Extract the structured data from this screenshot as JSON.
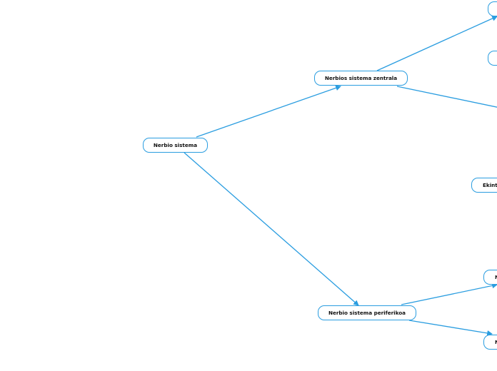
{
  "diagram": {
    "edge_color": "#2a9de0",
    "nodes": [
      {
        "id": "root",
        "label": "Nerbio sistema"
      },
      {
        "id": "cns",
        "label": "Nerbios sistema zentrala"
      },
      {
        "id": "pns",
        "label": "Nerbio sistema periferikoa"
      },
      {
        "id": "cns-child-1",
        "label": ""
      },
      {
        "id": "cns-child-2",
        "label": ""
      },
      {
        "id": "cns-child-3",
        "label": "Ekint"
      },
      {
        "id": "pns-child-1",
        "label": "N"
      },
      {
        "id": "pns-child-2",
        "label": "N"
      }
    ],
    "edges": [
      {
        "from": "root",
        "to": "cns"
      },
      {
        "from": "root",
        "to": "pns"
      },
      {
        "from": "cns",
        "to": "cns-child-1"
      },
      {
        "from": "cns",
        "to": "cns-child-offscreen"
      },
      {
        "from": "pns",
        "to": "pns-child-1"
      },
      {
        "from": "pns",
        "to": "pns-child-2"
      }
    ]
  }
}
